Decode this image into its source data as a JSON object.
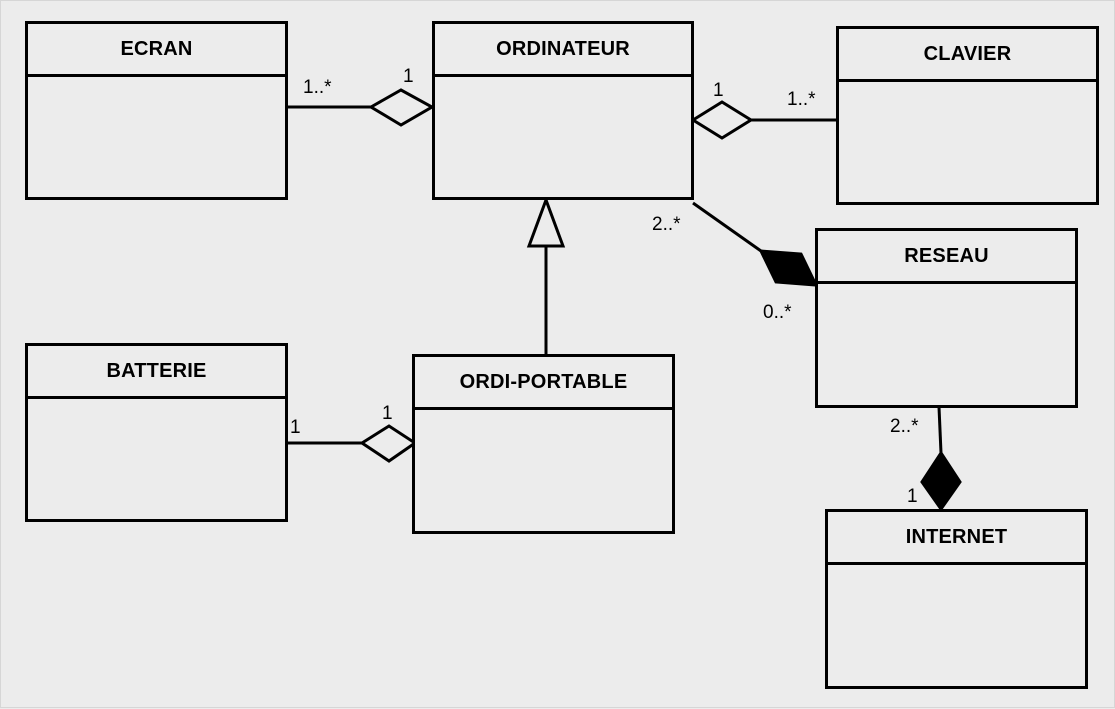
{
  "classes": {
    "ecran": "ECRAN",
    "ordinateur": "ORDINATEUR",
    "clavier": "CLAVIER",
    "reseau": "RESEAU",
    "batterie": "BATTERIE",
    "ordi_portable": "ORDI-PORTABLE",
    "internet": "INTERNET"
  },
  "multiplicities": {
    "ecran_side": "1..*",
    "ordinateur_ecran_side": "1",
    "ordinateur_clavier_side": "1",
    "clavier_side": "1..*",
    "ordinateur_reseau_side": "2..*",
    "reseau_ordinateur_side": "0..*",
    "batterie_side": "1",
    "ordi_portable_batterie_side": "1",
    "reseau_internet_side": "2..*",
    "internet_side": "1"
  }
}
